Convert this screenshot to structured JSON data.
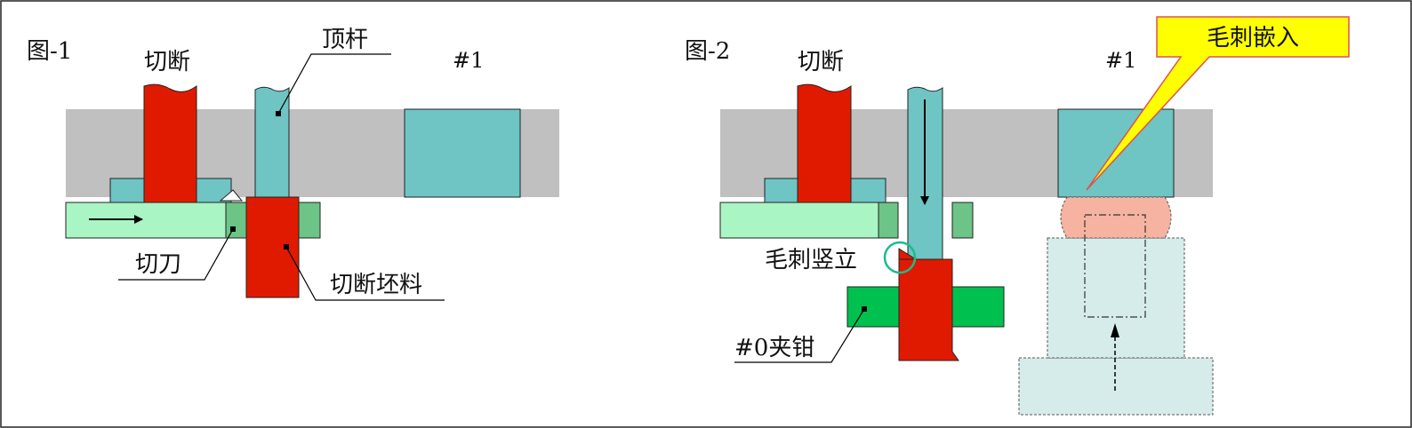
{
  "figure1": {
    "title": "图-1",
    "cut_label": "切断",
    "station_label": "#1",
    "ejector_label": "顶杆",
    "cutter_label": "切刀",
    "blank_label": "切断坯料"
  },
  "figure2": {
    "title": "图-2",
    "cut_label": "切断",
    "station_label": "#1",
    "burr_upright_label": "毛刺竖立",
    "clamp_label": "#0夹钳",
    "callout_label": "毛刺嵌入"
  },
  "colors": {
    "die_gray": "#c0c0c0",
    "red": "#e01a00",
    "teal": "#6fc4c4",
    "light_green": "#a9f5c3",
    "mid_green": "#6cc487",
    "clamp_green": "#00c050",
    "burr_pink": "#f6b3a1",
    "pale_blue": "#d6ecea",
    "callout_yellow": "#ffff00",
    "circle_green": "#1abc8c"
  }
}
